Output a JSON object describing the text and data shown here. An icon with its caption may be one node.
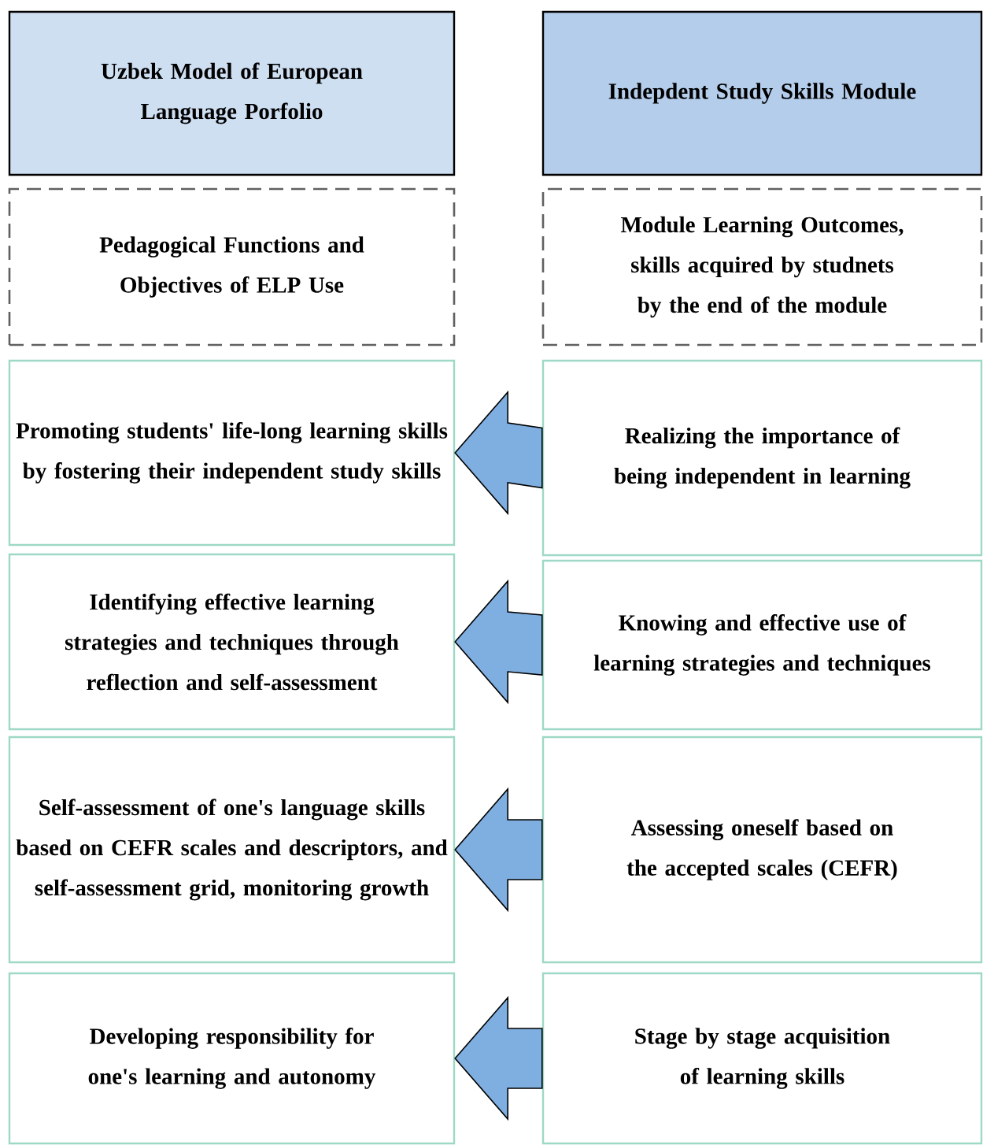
{
  "diagram": {
    "nodes": [
      {
        "text": [
          "Uzbek Model of European Language Porfolio"
        ]
      },
      {
        "text": [
          "Indepdent Study Skills Module"
        ]
      },
      {
        "text": [
          "Pedagogical Functions and Objectives of ELP Use"
        ]
      },
      {
        "text": [
          "Module Learning Outcomes, skills acquired by studnets by the end of the module"
        ]
      },
      {
        "text": [
          "Promoting students' life-long learning skills by fostering their independent study skills"
        ]
      },
      {
        "text": [
          "Realizing the importance of being independent in learning"
        ]
      },
      {
        "text": [
          "Identifying effective learning strategies and techniques through reflection and self-assessment"
        ]
      },
      {
        "text": [
          "Knowing and effective use of learning strategies and techniques"
        ]
      },
      {
        "text": [
          "Self-assessment of one's language skills based on CEFR scales and descriptors, and self-assessment grid, monitoring growth"
        ]
      },
      {
        "text": [
          "Assessing oneself based on the accepted scales (CEFR)"
        ]
      },
      {
        "text": [
          "Developing responsibility for one's learning and autonomy"
        ]
      },
      {
        "text": [
          "Stage by stage acquisition of learning skills"
        ]
      }
    ],
    "edges": [
      {
        "from": 5,
        "to": 4,
        "arrow": "to"
      },
      {
        "from": 7,
        "to": 6,
        "arrow": "to"
      },
      {
        "from": 9,
        "to": 8,
        "arrow": "to"
      },
      {
        "from": 11,
        "to": 10,
        "arrow": "to"
      }
    ]
  }
}
